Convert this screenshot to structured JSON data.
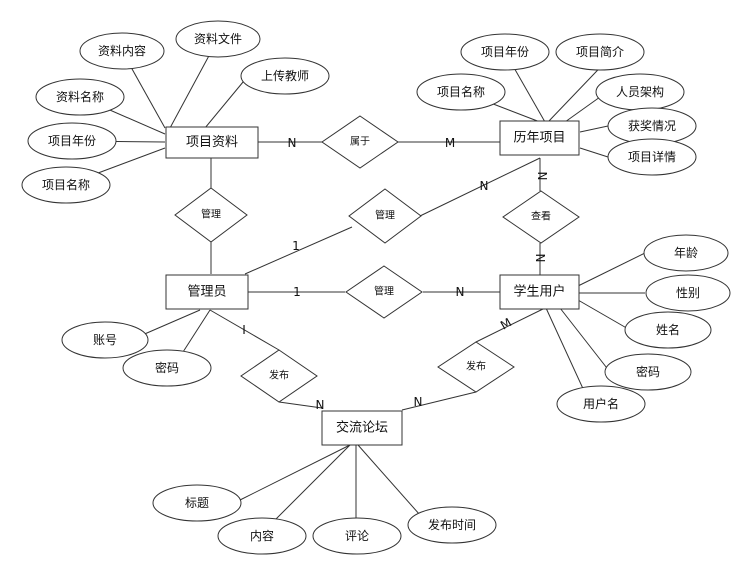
{
  "entities": {
    "project_material": "项目资料",
    "past_projects": "历年项目",
    "admin": "管理员",
    "student_user": "学生用户",
    "forum": "交流论坛"
  },
  "relationships": {
    "belongs_to": "属于",
    "admin_manages_material": "管理",
    "admin_manages_projects": "管理",
    "admin_manages_students": "管理",
    "views": "查看",
    "admin_posts": "发布",
    "student_posts": "发布"
  },
  "attributes": {
    "material_content": "资料内容",
    "material_file": "资料文件",
    "material_name": "资料名称",
    "upload_teacher": "上传教师",
    "material_project_year": "项目年份",
    "material_project_name": "项目名称",
    "proj_year": "项目年份",
    "proj_intro": "项目简介",
    "proj_name": "项目名称",
    "proj_staff": "人员架构",
    "proj_awards": "获奖情况",
    "proj_details": "项目详情",
    "stu_age": "年龄",
    "stu_gender": "性别",
    "stu_name": "姓名",
    "stu_password": "密码",
    "stu_username": "用户名",
    "admin_account": "账号",
    "admin_password": "密码",
    "forum_title": "标题",
    "forum_content": "内容",
    "forum_comment": "评论",
    "forum_time": "发布时间"
  },
  "cardinalities": {
    "material_belongs": "N",
    "projects_belongs": "M",
    "admin_projects": "1",
    "projects_admin": "N",
    "projects_views": "N",
    "students_views": "N",
    "admin_students": "1",
    "students_admin": "N",
    "admin_posts": "I",
    "forum_admin": "N",
    "students_posts": "M",
    "forum_students": "N"
  }
}
